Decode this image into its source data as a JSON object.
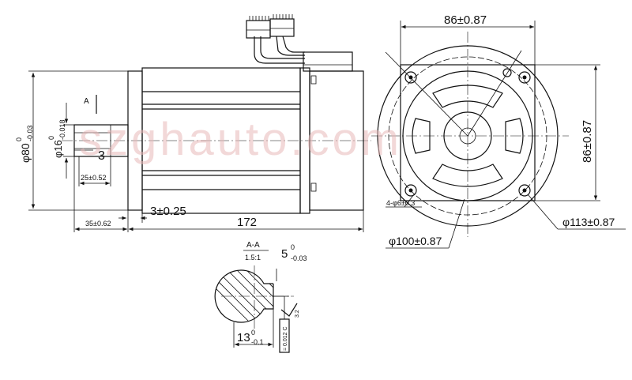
{
  "drawing": {
    "side_view": {
      "flange_dia": "φ80",
      "flange_dia_tol": {
        "upper": "0",
        "lower": "-0.03"
      },
      "shaft_dia": "φ16",
      "shaft_dia_tol": {
        "upper": "0",
        "lower": "-0.018"
      },
      "section_mark": "A",
      "key_dim": "3",
      "key_length": "25±0.52",
      "shaft_length": "35±0.62",
      "flange_thickness": "3±0.25",
      "body_length": "172"
    },
    "front_view": {
      "width_top": "86±0.87",
      "height_right": "86±0.87",
      "holes": "4-φ6±0.3",
      "bolt_circle": "φ113±0.87",
      "pilot_dia": "φ100±0.87"
    },
    "section": {
      "title": "A-A",
      "scale": "1.5:1",
      "key_width": "5",
      "key_width_tol": {
        "upper": "0",
        "lower": "-0.03"
      },
      "key_depth": "13",
      "key_depth_tol": {
        "upper": "0",
        "lower": "-0.1"
      },
      "tolerance_frame": "= 0.012 C",
      "roughness": "3.2"
    },
    "watermark": "szghauto.com"
  }
}
